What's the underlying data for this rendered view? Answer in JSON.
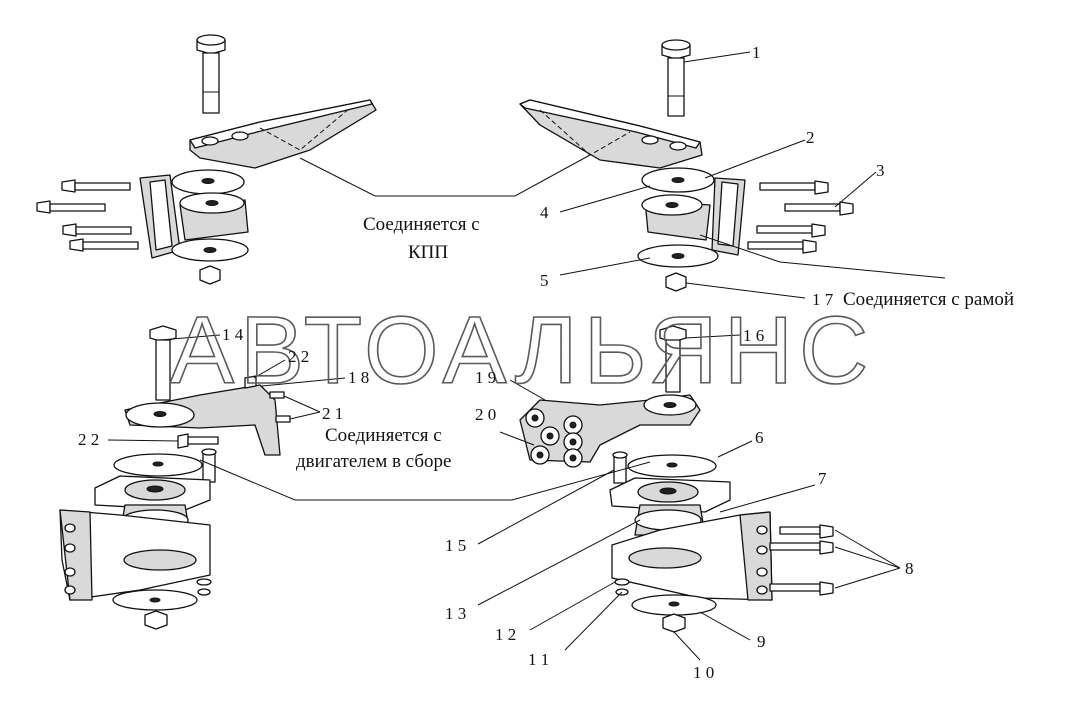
{
  "watermark": "АВТОАЛЬЯНС",
  "notes": {
    "kpp": [
      "Соединяется с",
      "КПП"
    ],
    "frame": "Соединяется с рамой",
    "engine": [
      "Соединяется с",
      "двигателем в сборе"
    ]
  },
  "callouts": {
    "c1": "1",
    "c2": "2",
    "c3": "3",
    "c4": "4",
    "c5": "5",
    "c6": "6",
    "c7": "7",
    "c8": "8",
    "c9": "9",
    "c10": "1 0",
    "c11": "1 1",
    "c12": "1 2",
    "c13": "1 3",
    "c14": "1 4",
    "c15": "1 5",
    "c16": "1 6",
    "c17": "1 7",
    "c18": "1 8",
    "c19": "1 9",
    "c20": "2 0",
    "c21": "2 1",
    "c22a": "2 2",
    "c22b": "2 2"
  }
}
